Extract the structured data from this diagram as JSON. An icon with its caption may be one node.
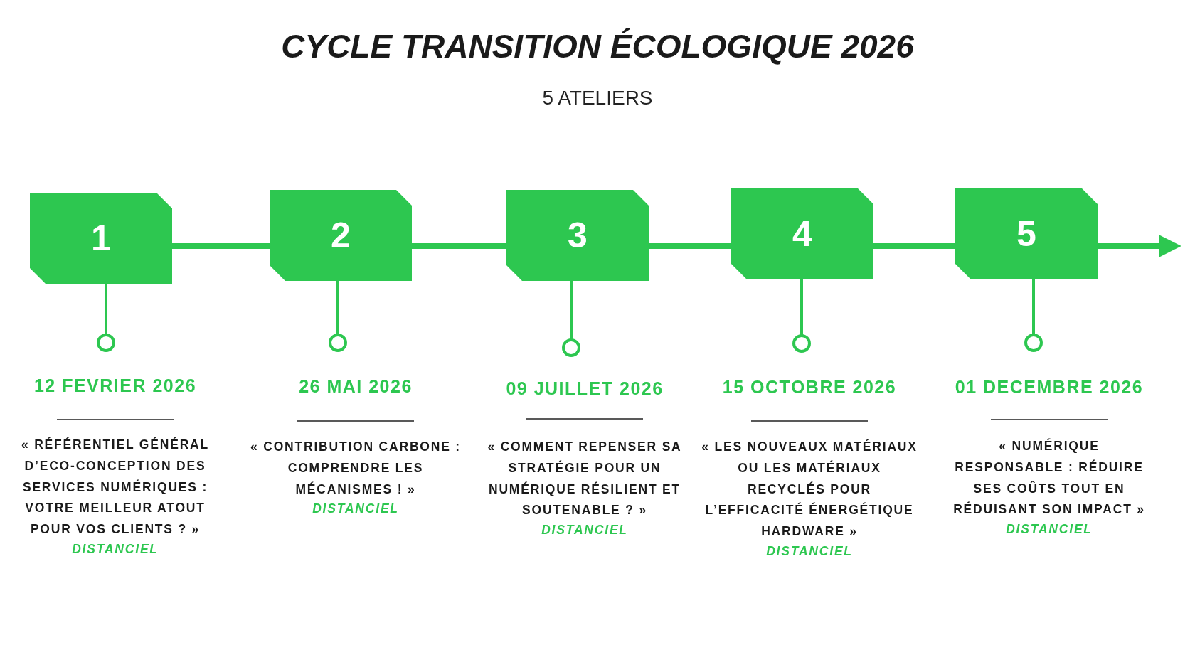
{
  "diagram": {
    "title": "CYCLE TRANSITION ÉCOLOGIQUE 2026",
    "nodes": [
      {
        "text": [
          "1"
        ]
      },
      {
        "text": [
          "2"
        ]
      },
      {
        "text": [
          "3"
        ]
      },
      {
        "text": [
          "4"
        ]
      },
      {
        "text": [
          "5"
        ]
      },
      {
        "text": [],
        "shape": "circle",
        "beside": [
          "12 FEVRIER 2026",
          "« RÉFÉRENTIEL GÉNÉRAL D’ECO-CONCEPTION DES SERVICES NUMÉRIQUES : VOTRE MEILLEUR ATOUT POUR VOS CLIENTS ? »",
          "DISTANCIEL"
        ]
      },
      {
        "text": [],
        "shape": "circle",
        "beside": [
          "26 MAI 2026",
          "« CONTRIBUTION CARBONE : COMPRENDRE LES MÉCANISMES ! »",
          "DISTANCIEL"
        ]
      },
      {
        "text": [],
        "shape": "circle",
        "beside": [
          "09 JUILLET 2026",
          "« COMMENT REPENSER SA STRATÉGIE POUR UN NUMÉRIQUE RÉSILIENT ET SOUTENABLE ? »",
          "DISTANCIEL"
        ]
      },
      {
        "text": [],
        "shape": "circle",
        "beside": [
          "15 OCTOBRE 2026",
          "« LES NOUVEAUX MATÉRIAUX OU LES MATÉRIAUX RECYCLÉS POUR L’EFFICACITÉ ÉNERGÉTIQUE HARDWARE »",
          "DISTANCIEL"
        ]
      },
      {
        "text": [],
        "shape": "circle",
        "beside": [
          "01 DECEMBRE 2026",
          "« NUMÉRIQUE RESPONSABLE : RÉDUIRE SES COÛTS TOUT EN RÉDUISANT SON IMPACT »",
          "DISTANCIEL"
        ]
      }
    ],
    "edges": [
      {
        "from": 0,
        "to": 1,
        "arrow": "none",
        "style": "thick"
      },
      {
        "from": 1,
        "to": 2,
        "arrow": "none",
        "style": "thick"
      },
      {
        "from": 2,
        "to": 3,
        "arrow": "none",
        "style": "thick"
      },
      {
        "from": 3,
        "to": 4,
        "arrow": "none",
        "style": "thick"
      },
      {
        "from": 4,
        "to": null,
        "arrow": "to",
        "style": "thick"
      },
      {
        "from": 0,
        "to": 5,
        "arrow": "none"
      },
      {
        "from": 1,
        "to": 6,
        "arrow": "none"
      },
      {
        "from": 2,
        "to": 7,
        "arrow": "none"
      },
      {
        "from": 3,
        "to": 8,
        "arrow": "none"
      },
      {
        "from": 4,
        "to": 9,
        "arrow": "none"
      }
    ],
    "labels": [
      "5 ATELIERS"
    ]
  }
}
